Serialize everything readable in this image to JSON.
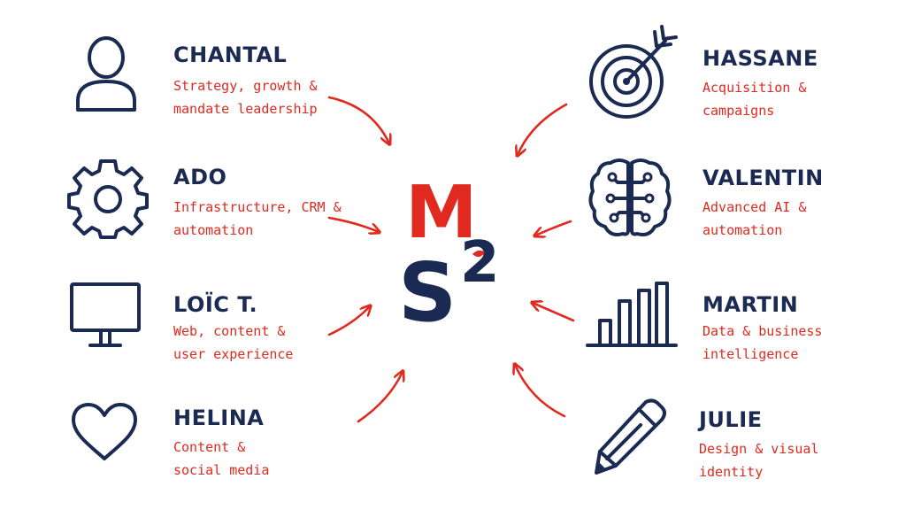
{
  "colors": {
    "navy": "#1b2a52",
    "red": "#e02a1f",
    "background": "#ffffff"
  },
  "logo": {
    "letter_m": "M",
    "letter_s": "S",
    "superscript": "2"
  },
  "members": [
    {
      "name": "CHANTAL",
      "icon": "person-icon",
      "role_lines": [
        "Strategy, growth &",
        "mandate leadership"
      ]
    },
    {
      "name": "ADO",
      "icon": "gear-icon",
      "role_lines": [
        "Infrastructure, CRM &",
        "automation"
      ]
    },
    {
      "name": "LOÏC T.",
      "icon": "monitor-icon",
      "role_lines": [
        "Web, content &",
        "user experience"
      ]
    },
    {
      "name": "HELINA",
      "icon": "heart-icon",
      "role_lines": [
        "Content &",
        "social media"
      ]
    },
    {
      "name": "HASSANE",
      "icon": "target-icon",
      "role_lines": [
        "Acquisition &",
        "campaigns"
      ]
    },
    {
      "name": "VALENTIN",
      "icon": "brain-icon",
      "role_lines": [
        "Advanced AI &",
        "automation"
      ]
    },
    {
      "name": "MARTIN",
      "icon": "bar-chart-icon",
      "role_lines": [
        "Data & business",
        "intelligence"
      ]
    },
    {
      "name": "JULIE",
      "icon": "pencil-icon",
      "role_lines": [
        "Design & visual",
        "identity"
      ]
    }
  ]
}
